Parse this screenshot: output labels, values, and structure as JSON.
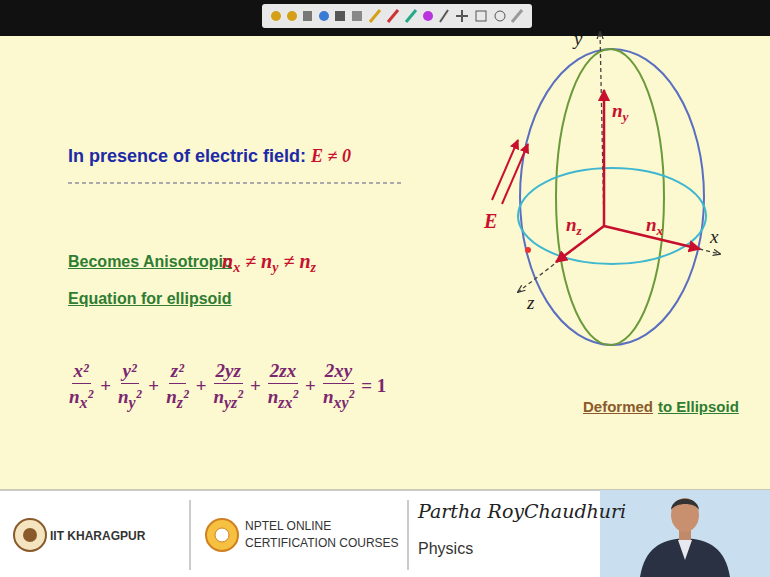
{
  "diagram": {
    "title": "In presence of electric field: E ≠ 0",
    "labels": [
      "Becomes Anisotropic",
      "nx ≠ ny ≠ nz",
      "Equation for ellipsoid",
      "x²",
      "nx²",
      "+",
      "y²",
      "ny²",
      "+",
      "z²",
      "nz²",
      "+",
      "2yz",
      "nyz²",
      "+",
      "2zx",
      "nzx²",
      "+",
      "2xy",
      "nxy²",
      "= 1",
      "y",
      "x",
      "z",
      "ny",
      "nx",
      "nz",
      "E",
      "Deformed",
      "to Ellipsoid",
      "IIT KHARAGPUR",
      "NPTEL ONLINE",
      "CERTIFICATION COURSES",
      "Partha RoyChaudhuri",
      "Physics"
    ]
  }
}
